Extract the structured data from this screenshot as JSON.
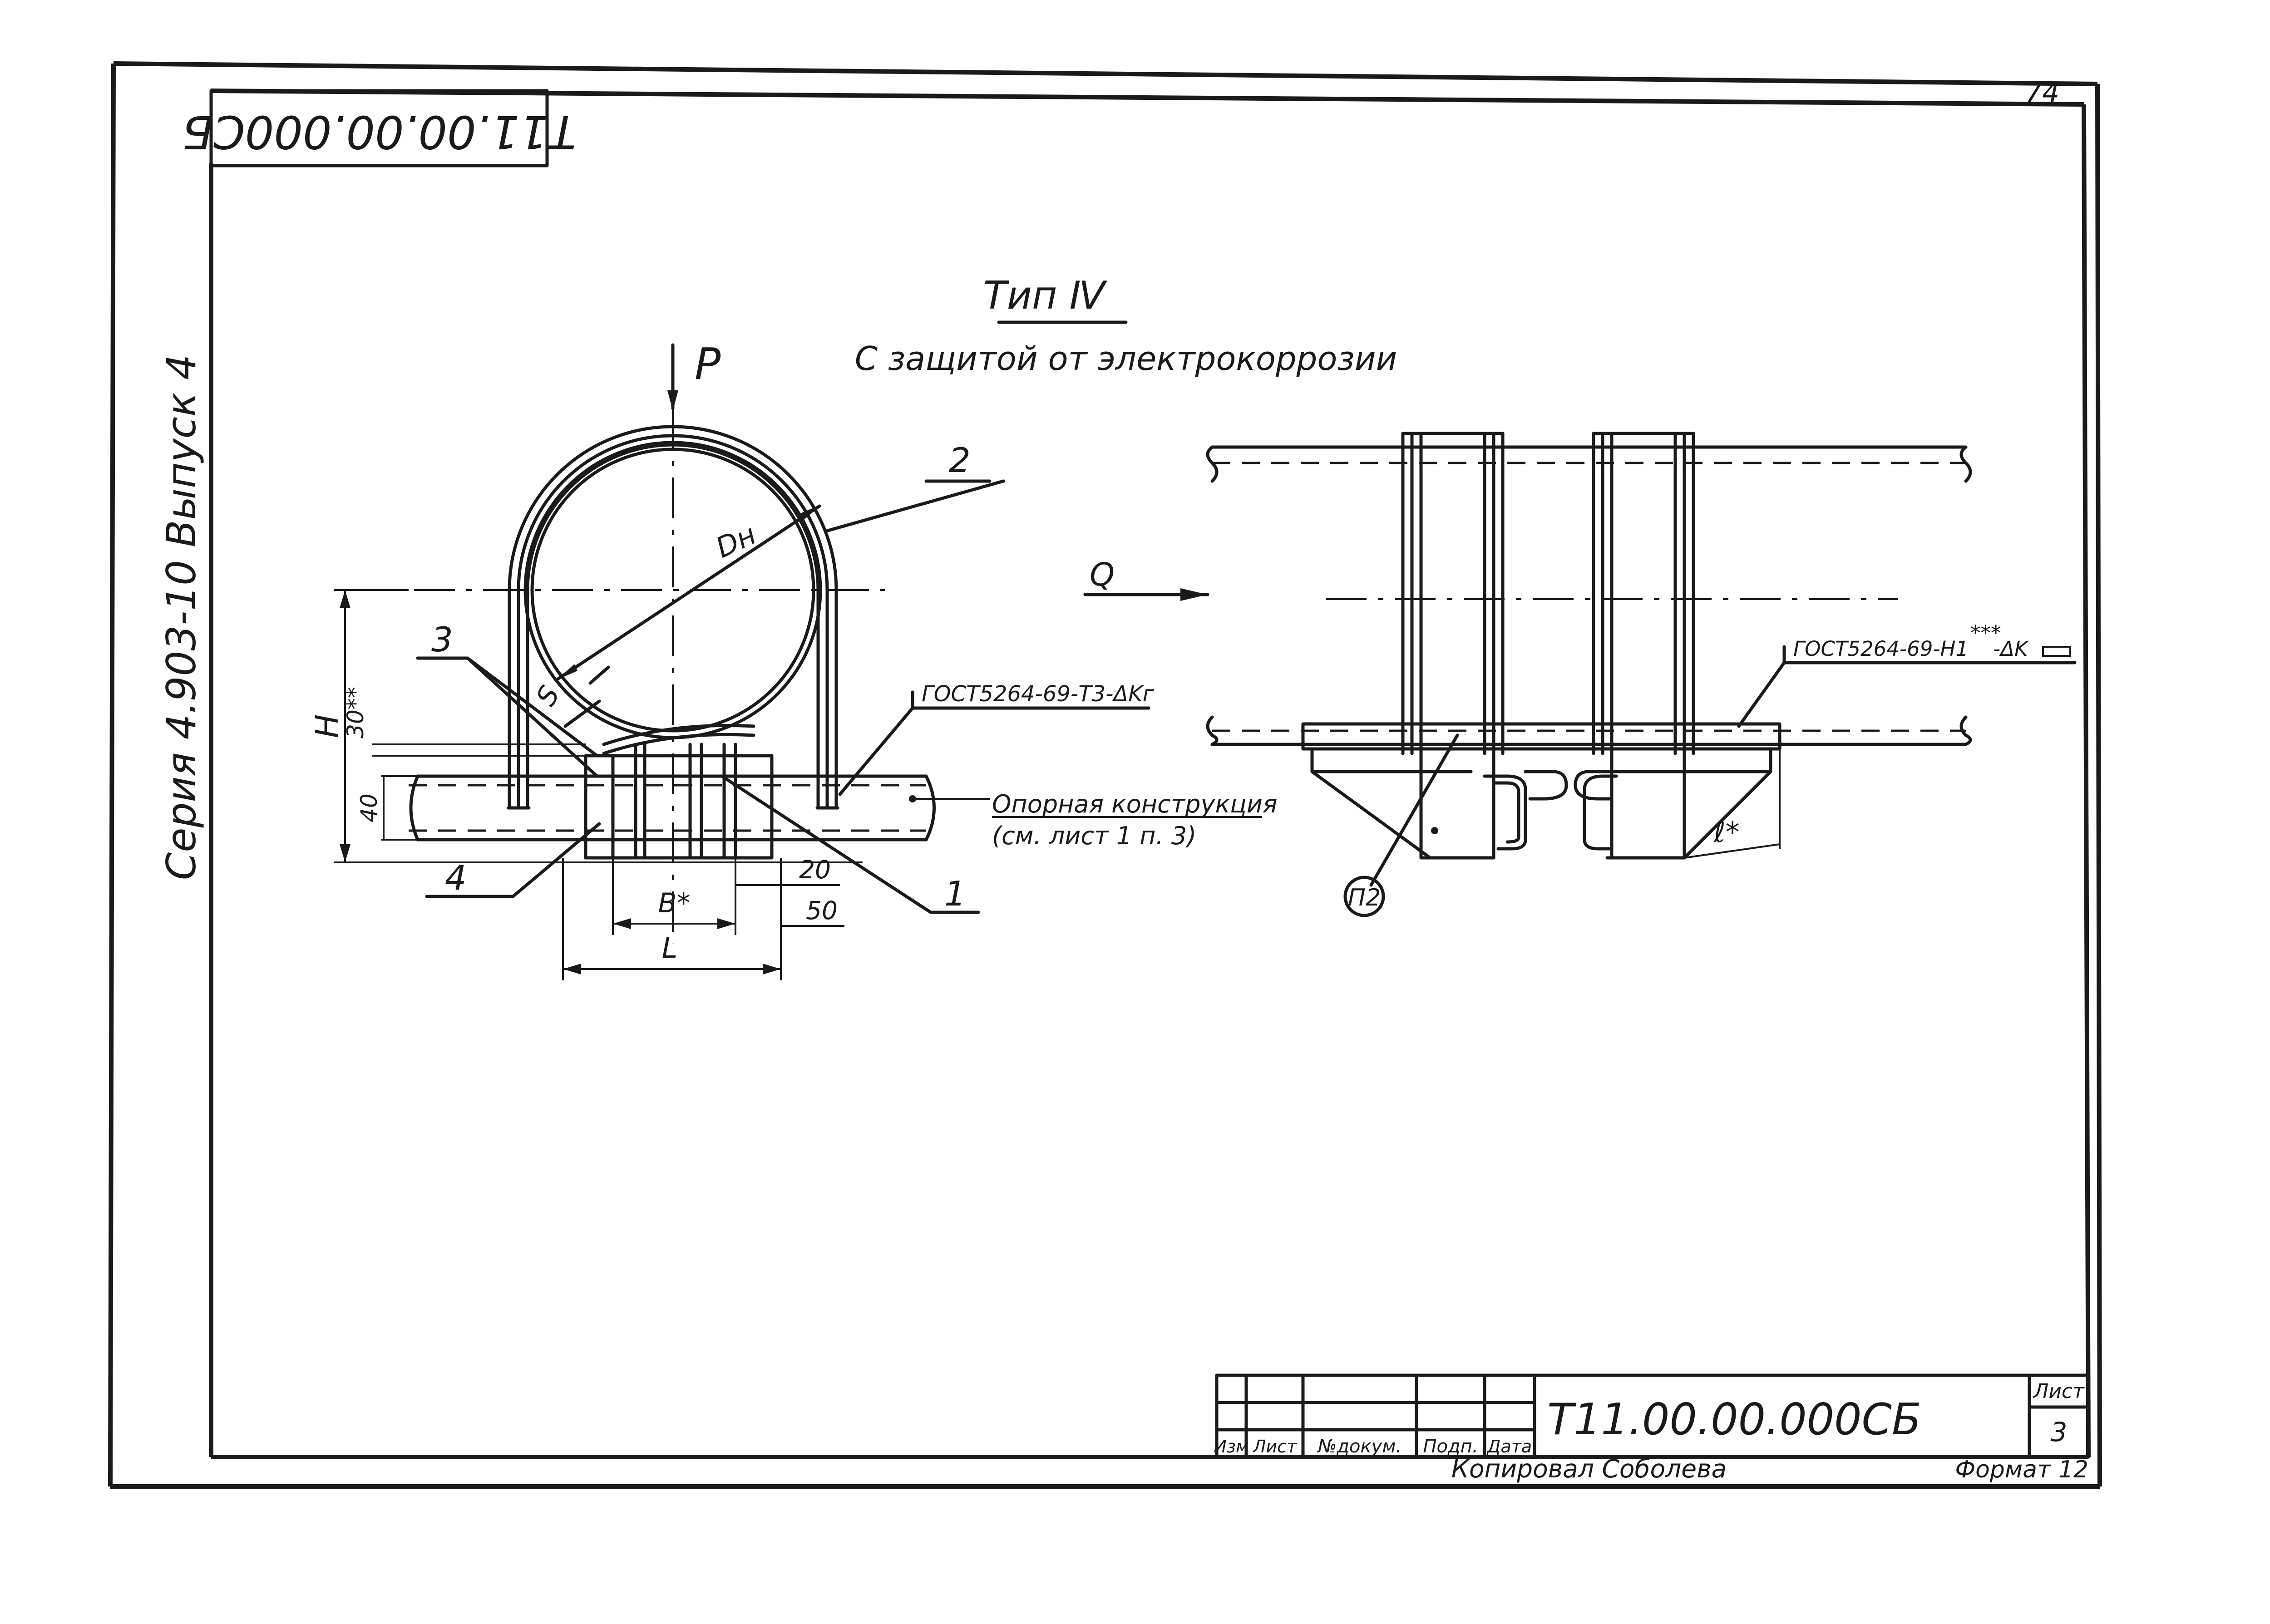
{
  "sheet": {
    "page_number": "74",
    "rotated_code": "Т11.00.00.000СБ",
    "series": "Серия 4.903-10 Выпуск 4"
  },
  "title": {
    "type": "Тип Ⅳ",
    "subtitle": "С защитой от электрокоррозии"
  },
  "view_left": {
    "load_label": "P",
    "diameter_label": "Dн",
    "thickness_label": "S",
    "height_label": "H",
    "dim_30": "30**",
    "dim_40": "40",
    "dim_20": "20",
    "dim_50": "50",
    "dim_b": "B*",
    "dim_l": "L",
    "pos_1": "1",
    "pos_2": "2",
    "pos_3": "3",
    "pos_4": "4",
    "weld_note": "ГОСТ5264-69-Т3-ΔKг",
    "support_line1": "Опорная конструкция",
    "support_line2": "(см. лист 1 п. 3)"
  },
  "view_right": {
    "force_label": "Q",
    "weld_note": "ГОСТ5264-69-Н1",
    "weld_stars": "***",
    "weld_suffix": "-ΔK",
    "dim_l": "ℓ*",
    "callout": "П2"
  },
  "title_block": {
    "col_izm": "Изм",
    "col_list": "Лист",
    "col_doc": "№докум.",
    "col_sign": "Подп.",
    "col_date": "Дата",
    "doc_code": "Т11.00.00.000СБ",
    "sheet_label": "Лист",
    "sheet_number": "3",
    "copied_by": "Копировал  Соболева",
    "format": "Формат 12"
  }
}
